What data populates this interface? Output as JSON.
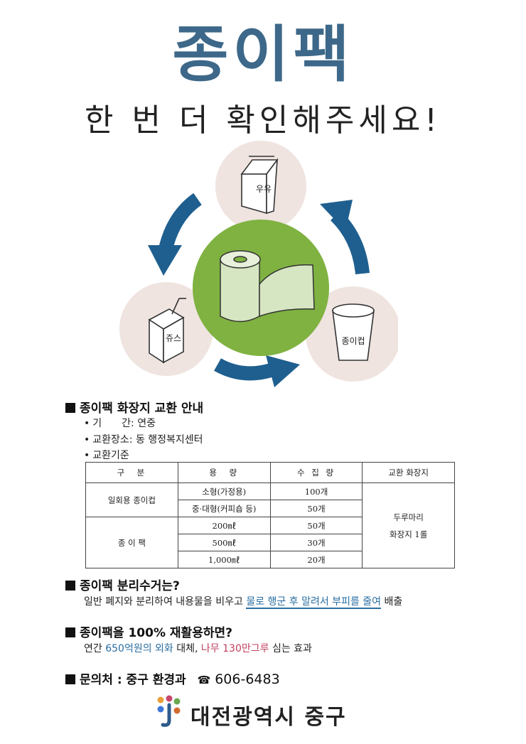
{
  "header": {
    "title": "종이팩",
    "subtitle": "한 번 더 확인해주세요!"
  },
  "diagram": {
    "milk_label": "우유",
    "juice_label": "쥬스",
    "cup_label": "종이컵"
  },
  "sections": {
    "exchange": {
      "heading": "종이팩 화장지 교환 안내",
      "period": "기　　간: 연중",
      "place": "교환장소: 동 행정복지센터",
      "criteria": "교환기준"
    },
    "table": {
      "headers": [
        "구　분",
        "용　량",
        "수 집 량",
        "교환 화장지"
      ],
      "group1_label": "일회용 종이컵",
      "group2_label": "종 이 팩",
      "rows": [
        {
          "capacity": "소형(가정용)",
          "amount": "100개"
        },
        {
          "capacity": "중·대형(커피숍 등)",
          "amount": "50개"
        },
        {
          "capacity": "200㎖",
          "amount": "50개"
        },
        {
          "capacity": "500㎖",
          "amount": "30개"
        },
        {
          "capacity": "1,000㎖",
          "amount": "20개"
        }
      ],
      "reward_line1": "두루마리",
      "reward_line2": "화장지 1롤"
    },
    "separation": {
      "heading": "종이팩 분리수거는?",
      "text_plain": "일반 폐지와 분리하여 내용물을 비우고 ",
      "text_highlight": "물로 행군 후 말려서 부피를 줄여",
      "text_end": " 배출"
    },
    "recycle": {
      "heading": "종이팩을 100% 재활용하면?",
      "t1": "연간 ",
      "t2": "650억원의 외화",
      "t3": " 대체, ",
      "t4": "나무 130만그루",
      "t5": " 심는 효과"
    },
    "contact": {
      "heading": "문의처 : 중구 환경과",
      "phone_icon": "☎",
      "phone": "606-6483"
    }
  },
  "footer": {
    "org_name": "대전광역시 중구"
  },
  "colors": {
    "title_blue": "#3d6889",
    "arrow_blue": "#1f5f8f",
    "green": "#7fb241",
    "circle_bg": "#efe4e0",
    "highlight_blue": "#2a6ea1",
    "highlight_red": "#c04060"
  }
}
